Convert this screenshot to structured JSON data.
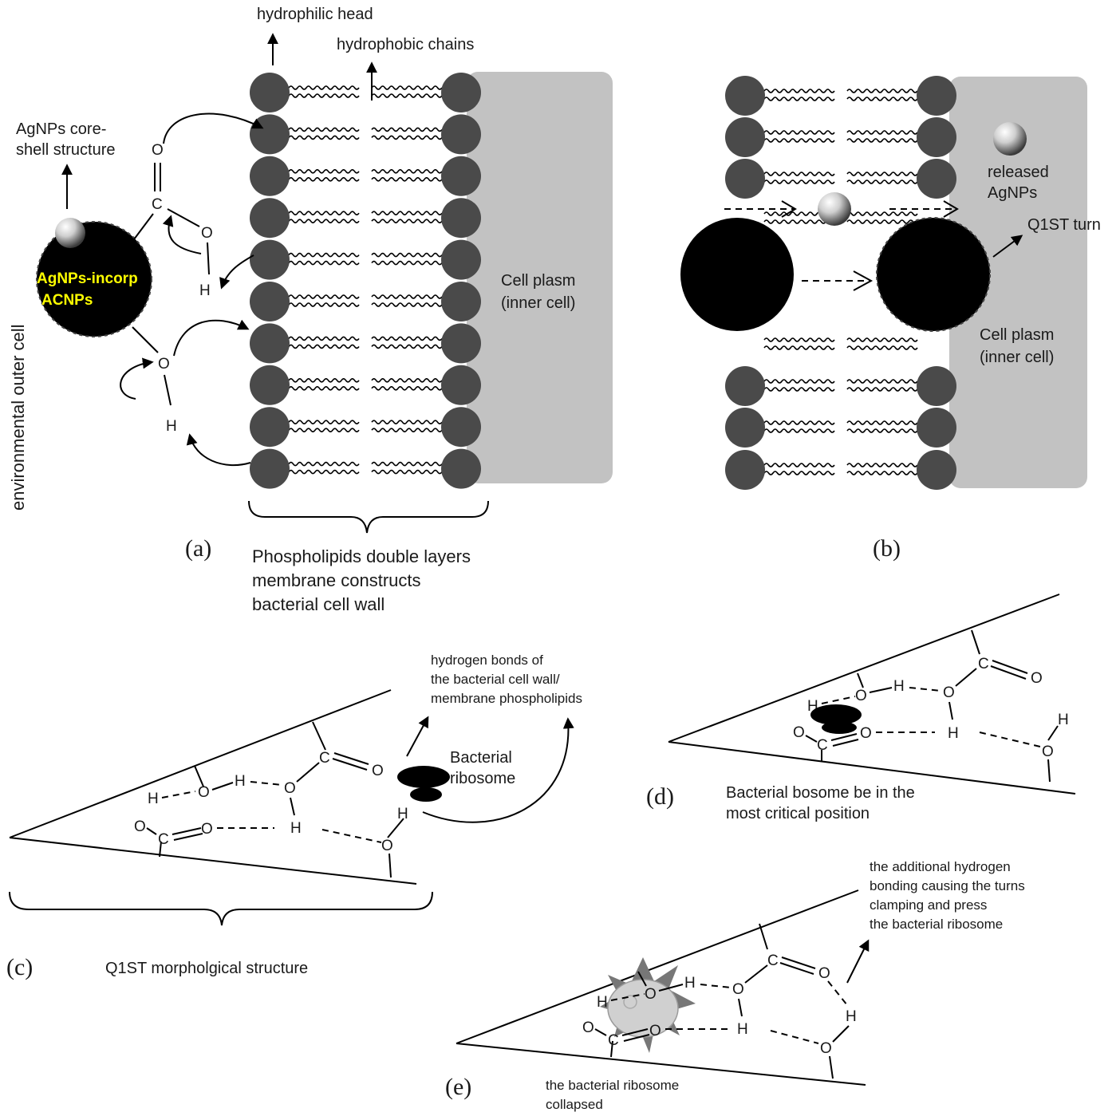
{
  "colors": {
    "head": "#4a4a4a",
    "cytoplasm": "#c2c2c2",
    "particle": "#000000",
    "label_highlight": "#ffff00"
  },
  "icons": {
    "agnp": "silver-sphere-icon",
    "acnp": "black-particle-icon",
    "ribosome": "ribosome-icon",
    "burst": "collapse-burst-icon"
  },
  "panel_a": {
    "tag": "(a)",
    "hydrophilic_head": "hydrophilic head",
    "hydrophobic_chains": "hydrophobic chains",
    "agnps_core_line1": "AgNPs core-",
    "agnps_core_line2": "shell structure",
    "particle_line1": "AgNPs-incorp",
    "particle_line2": "ACNPs",
    "env_outer_cell": "environmental outer cell",
    "cell_plasm_line1": "Cell plasm",
    "cell_plasm_line2": "(inner cell)",
    "bilayer_line1": "Phospholipids double layers",
    "bilayer_line2": "membrane constructs",
    "bilayer_line3": "bacterial cell wall",
    "atoms": {
      "o": "O",
      "c": "C",
      "h": "H"
    }
  },
  "panel_b": {
    "tag": "(b)",
    "released_line1": "released",
    "released_line2": "AgNPs",
    "q1st_turn": "Q1ST turn",
    "cell_plasm_line1": "Cell plasm",
    "cell_plasm_line2": "(inner cell)"
  },
  "panel_c": {
    "tag": "(c)",
    "hbonds_line1": "hydrogen bonds of",
    "hbonds_line2": "the bacterial cell wall/",
    "hbonds_line3": "membrane phospholipids",
    "ribosome_line1": "Bacterial",
    "ribosome_line2": "ribosome",
    "morph": "Q1ST morpholgical structure",
    "atoms": {
      "o": "O",
      "c": "C",
      "h": "H"
    }
  },
  "panel_d": {
    "tag": "(d)",
    "caption_line1": "Bacterial bosome be in the",
    "caption_line2": "most critical position",
    "atoms": {
      "o": "O",
      "c": "C",
      "h": "H"
    }
  },
  "panel_e": {
    "tag": "(e)",
    "additional_line1": "the additional hydrogen",
    "additional_line2": "bonding causing  the turns",
    "additional_line3": "clamping and press",
    "additional_line4": "the bacterial ribosome",
    "collapsed_line1": "the bacterial ribosome",
    "collapsed_line2": "collapsed",
    "atoms": {
      "o": "O",
      "c": "C",
      "h": "H"
    }
  }
}
